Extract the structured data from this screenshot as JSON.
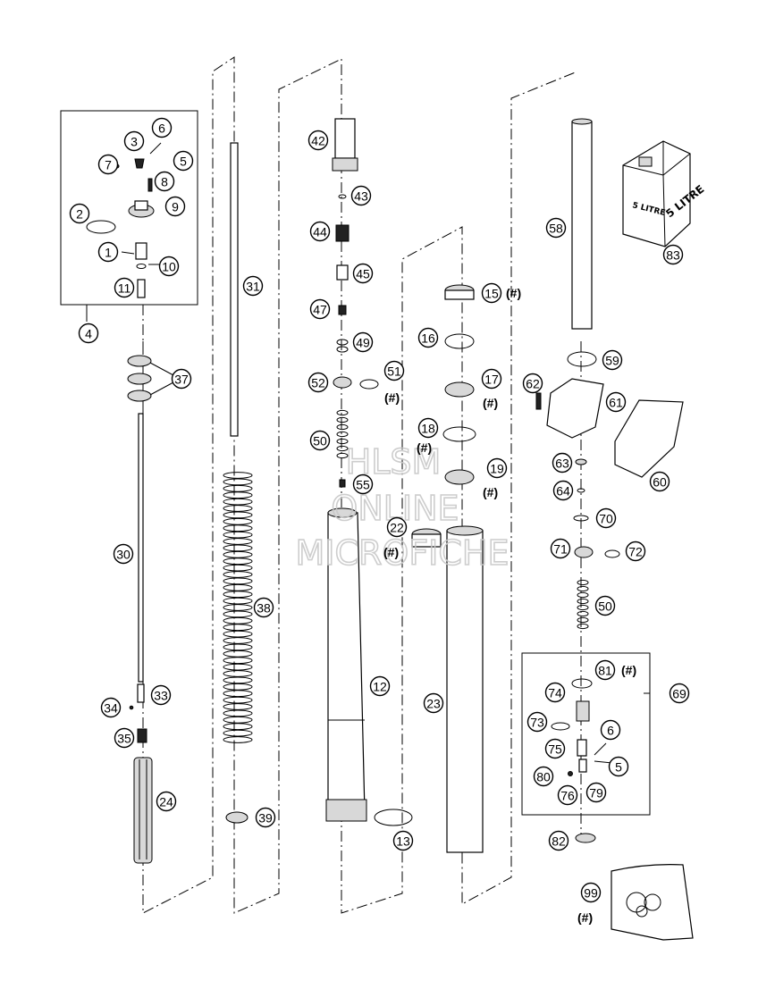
{
  "diagram": {
    "watermark": [
      "HLSM",
      "ONLINE",
      "MICROFICHE"
    ],
    "can_label": "5 LITRE",
    "callouts": [
      {
        "id": "c6a",
        "text": "6"
      },
      {
        "id": "c3",
        "text": "3"
      },
      {
        "id": "c7",
        "text": "7"
      },
      {
        "id": "c5a",
        "text": "5"
      },
      {
        "id": "c8",
        "text": "8"
      },
      {
        "id": "c2",
        "text": "2"
      },
      {
        "id": "c9",
        "text": "9"
      },
      {
        "id": "c1",
        "text": "1"
      },
      {
        "id": "c10",
        "text": "10"
      },
      {
        "id": "c11",
        "text": "11"
      },
      {
        "id": "c4",
        "text": "4"
      },
      {
        "id": "c37",
        "text": "37"
      },
      {
        "id": "c30",
        "text": "30"
      },
      {
        "id": "c34",
        "text": "34"
      },
      {
        "id": "c33",
        "text": "33"
      },
      {
        "id": "c35",
        "text": "35"
      },
      {
        "id": "c24",
        "text": "24"
      },
      {
        "id": "c31",
        "text": "31"
      },
      {
        "id": "c38",
        "text": "38"
      },
      {
        "id": "c39",
        "text": "39"
      },
      {
        "id": "c42",
        "text": "42"
      },
      {
        "id": "c43",
        "text": "43"
      },
      {
        "id": "c44",
        "text": "44"
      },
      {
        "id": "c45",
        "text": "45"
      },
      {
        "id": "c47",
        "text": "47"
      },
      {
        "id": "c49",
        "text": "49"
      },
      {
        "id": "c52",
        "text": "52"
      },
      {
        "id": "c51",
        "text": "51"
      },
      {
        "id": "c50a",
        "text": "50"
      },
      {
        "id": "c55",
        "text": "55"
      },
      {
        "id": "c12",
        "text": "12"
      },
      {
        "id": "c13",
        "text": "13"
      },
      {
        "id": "c15",
        "text": "15"
      },
      {
        "id": "c16",
        "text": "16"
      },
      {
        "id": "c17",
        "text": "17"
      },
      {
        "id": "c18",
        "text": "18"
      },
      {
        "id": "c19",
        "text": "19"
      },
      {
        "id": "c22",
        "text": "22"
      },
      {
        "id": "c23",
        "text": "23"
      },
      {
        "id": "c58",
        "text": "58"
      },
      {
        "id": "c83",
        "text": "83"
      },
      {
        "id": "c59",
        "text": "59"
      },
      {
        "id": "c62",
        "text": "62"
      },
      {
        "id": "c61",
        "text": "61"
      },
      {
        "id": "c63",
        "text": "63"
      },
      {
        "id": "c60",
        "text": "60"
      },
      {
        "id": "c64",
        "text": "64"
      },
      {
        "id": "c70",
        "text": "70"
      },
      {
        "id": "c71",
        "text": "71"
      },
      {
        "id": "c72",
        "text": "72"
      },
      {
        "id": "c50b",
        "text": "50"
      },
      {
        "id": "c81",
        "text": "81"
      },
      {
        "id": "c69",
        "text": "69"
      },
      {
        "id": "c74",
        "text": "74"
      },
      {
        "id": "c73",
        "text": "73"
      },
      {
        "id": "c75",
        "text": "75"
      },
      {
        "id": "c6b",
        "text": "6"
      },
      {
        "id": "c5b",
        "text": "5"
      },
      {
        "id": "c80",
        "text": "80"
      },
      {
        "id": "c76",
        "text": "76"
      },
      {
        "id": "c79",
        "text": "79"
      },
      {
        "id": "c82",
        "text": "82"
      },
      {
        "id": "c99",
        "text": "99"
      }
    ],
    "hash_tags": [
      {
        "id": "h15",
        "text": "(#)"
      },
      {
        "id": "h51",
        "text": "(#)"
      },
      {
        "id": "h17",
        "text": "(#)"
      },
      {
        "id": "h18",
        "text": "(#)"
      },
      {
        "id": "h19",
        "text": "(#)"
      },
      {
        "id": "h22",
        "text": "(#)"
      },
      {
        "id": "h81",
        "text": "(#)"
      },
      {
        "id": "h99",
        "text": "(#)"
      }
    ]
  }
}
